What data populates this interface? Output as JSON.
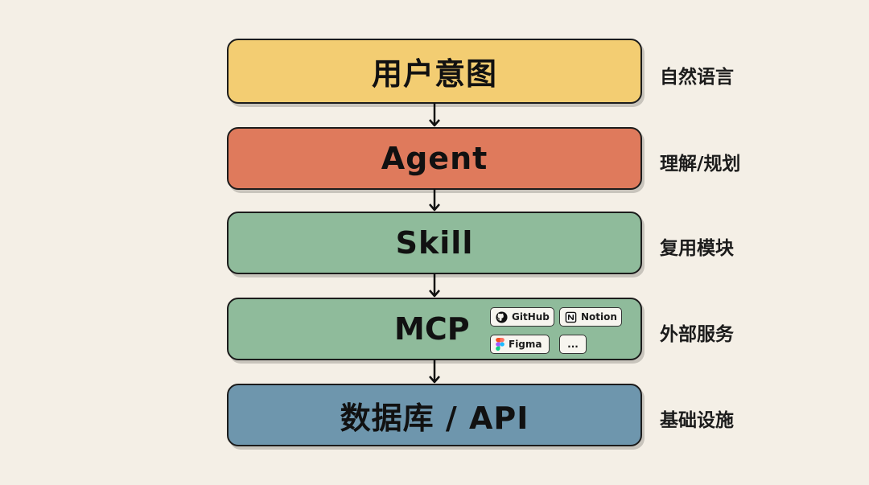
{
  "layers": [
    {
      "title": "用户意图",
      "label": "自然语言",
      "color": "#f3cd72"
    },
    {
      "title": "Agent",
      "label": "理解/规划",
      "color": "#df7a5c"
    },
    {
      "title": "Skill",
      "label": "复用模块",
      "color": "#8fbb9b"
    },
    {
      "title": "MCP",
      "label": "外部服务",
      "color": "#8fbb9b"
    },
    {
      "title": "数据库 / API",
      "label": "基础设施",
      "color": "#6e96ad"
    }
  ],
  "mcp_services": [
    {
      "name": "GitHub",
      "icon": "github-icon"
    },
    {
      "name": "Notion",
      "icon": "notion-icon"
    },
    {
      "name": "Figma",
      "icon": "figma-icon"
    },
    {
      "name": "...",
      "icon": ""
    }
  ]
}
